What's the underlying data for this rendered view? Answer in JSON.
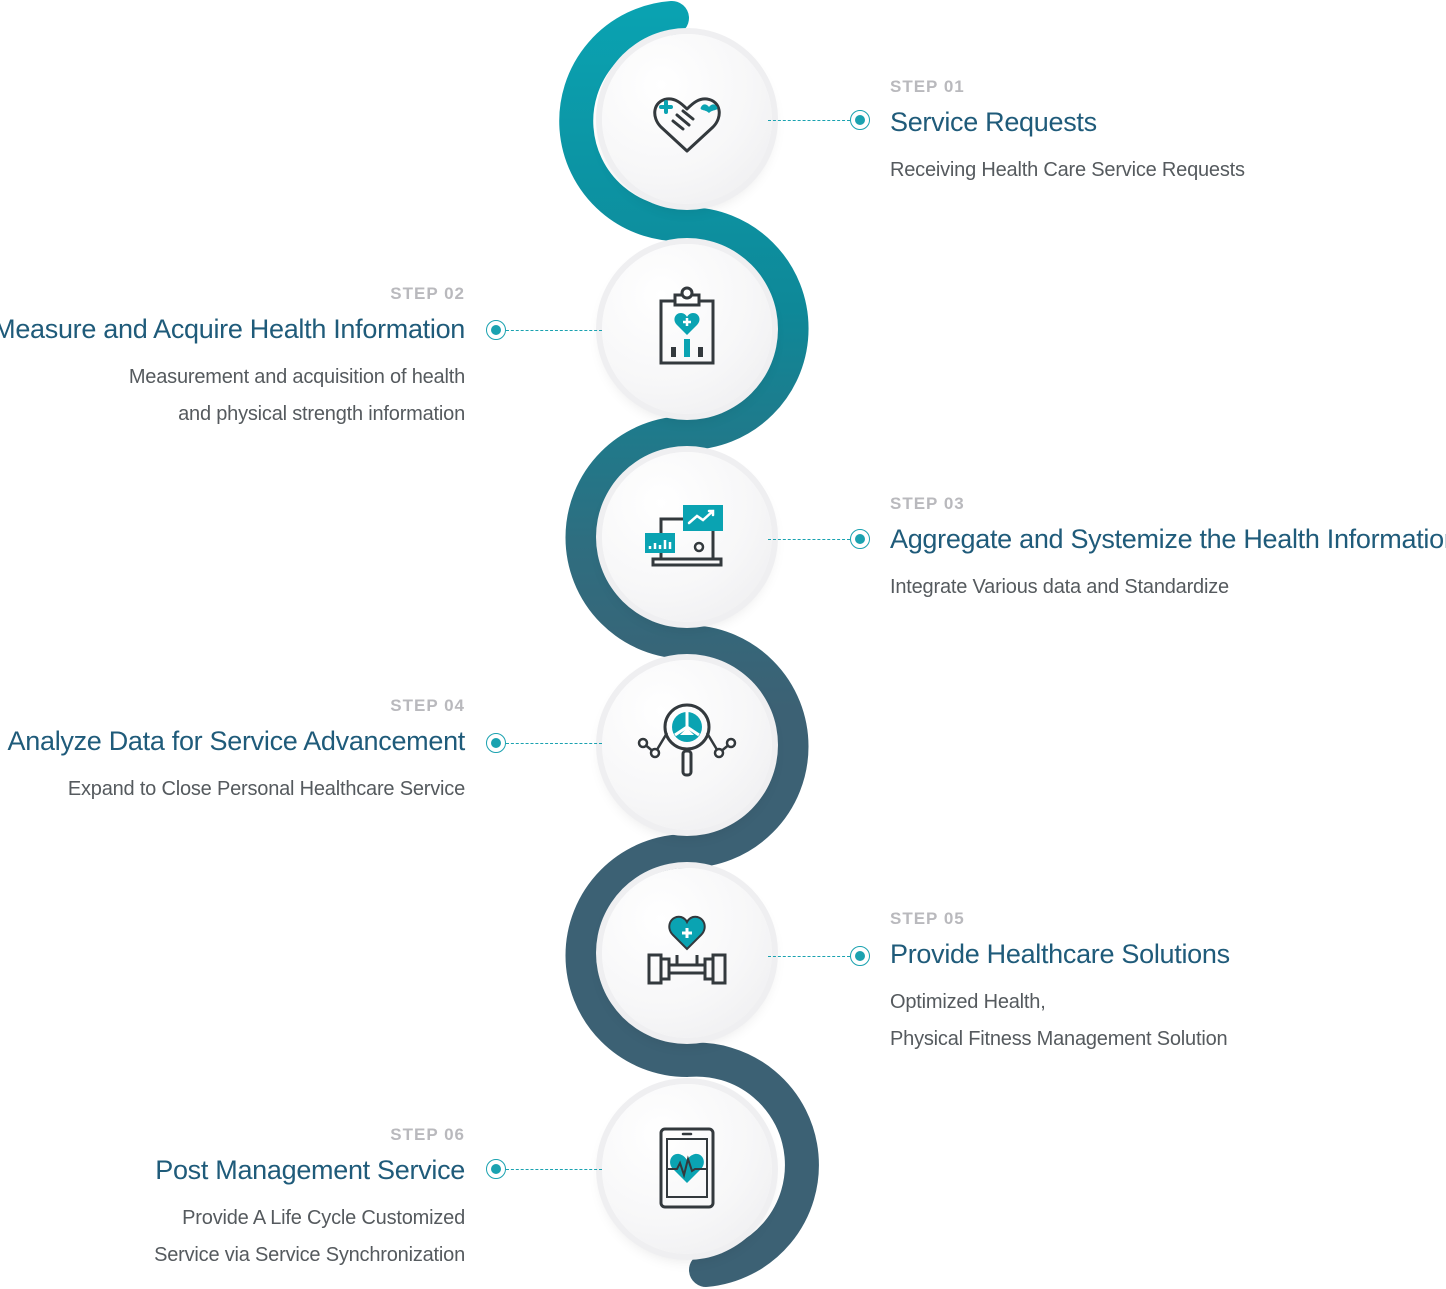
{
  "colors": {
    "teal": "#0aa3b2",
    "dark_teal": "#0f8594",
    "slate": "#3c6174",
    "title": "#1f5b7a",
    "step_label": "#b9b9bd",
    "desc": "#555a5e"
  },
  "steps": [
    {
      "label": "STEP 01",
      "title": "Service Requests",
      "desc": [
        "Receiving Health Care Service Requests"
      ],
      "icon": "handshake-care-icon"
    },
    {
      "label": "STEP 02",
      "title": "Measure and Acquire Health Information",
      "desc": [
        "Measurement and acquisition of health",
        "and physical strength information"
      ],
      "icon": "medical-clipboard-icon"
    },
    {
      "label": "STEP 03",
      "title": "Aggregate and Systemize the Health Information",
      "desc": [
        "Integrate Various data and Standardize"
      ],
      "icon": "computer-analytics-icon"
    },
    {
      "label": "STEP 04",
      "title": "Analyze Data for Service Advancement",
      "desc": [
        "Expand to Close Personal Healthcare Service"
      ],
      "icon": "magnifier-chart-icon"
    },
    {
      "label": "STEP 05",
      "title": "Provide Healthcare Solutions",
      "desc": [
        "Optimized Health,",
        "Physical Fitness Management Solution"
      ],
      "icon": "heart-dumbbell-icon"
    },
    {
      "label": "STEP 06",
      "title": "Post Management Service",
      "desc": [
        "Provide A Life Cycle Customized",
        "Service via Service Synchronization"
      ],
      "icon": "tablet-heartbeat-icon"
    }
  ]
}
